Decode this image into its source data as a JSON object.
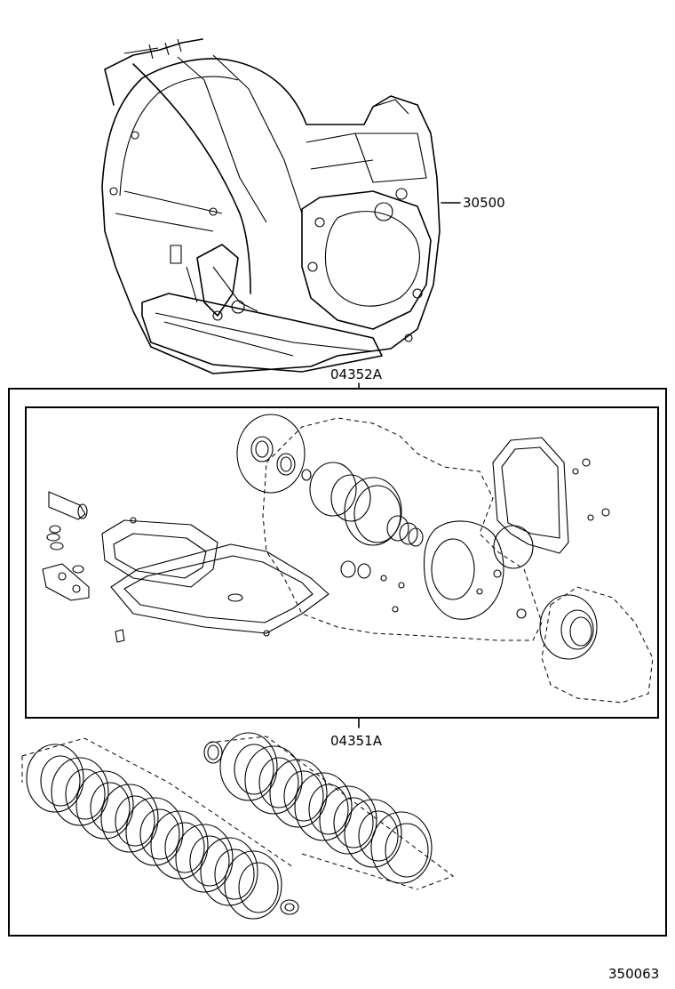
{
  "part_labels": {
    "transaxle": "30500",
    "overhaul_kit": "04352A",
    "gasket_kit": "04351A"
  },
  "figure_number": "350063"
}
